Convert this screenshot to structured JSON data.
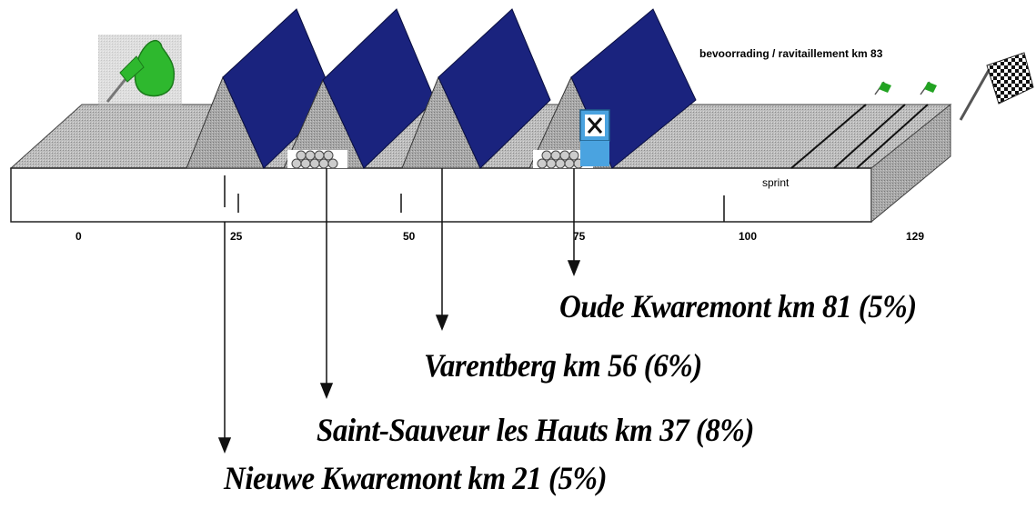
{
  "supply_text": "bevoorrading / ravitaillement km 83",
  "sprint_text": "sprint",
  "km_ticks": [
    "0",
    "25",
    "50",
    "75",
    "100",
    "129"
  ],
  "climbs": [
    {
      "name": "Oude Kwaremont",
      "km_label": "km 81",
      "grade": "(5%)",
      "text": "Oude Kwaremont  km 81  (5%)"
    },
    {
      "name": "Varentberg",
      "km_label": "km 56",
      "grade": "(6%)",
      "text": "Varentberg   km 56   (6%)"
    },
    {
      "name": "Saint-Sauveur les Hauts",
      "km_label": "km 37",
      "grade": "(8%)",
      "text": "Saint-Sauveur les Hauts km 37 (8%)"
    },
    {
      "name": "Nieuwe Kwaremont",
      "km_label": "km 21",
      "grade": "(5%)",
      "text": "Nieuwe Kwaremont  km 21 (5%)"
    }
  ],
  "colors": {
    "slab_top": "#b4b4b4",
    "slab_side": "#a6a6a6",
    "climb_face": "#1a237e",
    "climb_gray": "#aaaaaa",
    "start_flag": "#2eb82e",
    "food_icon_bg": "#4aa3e0"
  },
  "icons": [
    "start-flag-icon",
    "finish-flag-icon",
    "green-flag-icon",
    "food-icon",
    "cobblestones-icon"
  ]
}
